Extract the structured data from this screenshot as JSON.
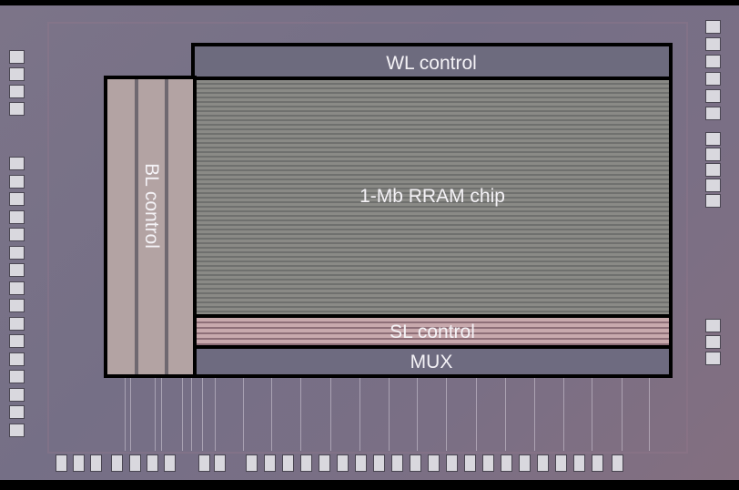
{
  "labels": {
    "wl": "WL control",
    "array": "1-Mb RRAM chip",
    "bl": "BL control",
    "sl": "SL control",
    "mux": "MUX"
  },
  "colors": {
    "outline": "#000000",
    "label": "#f4f2f6"
  }
}
